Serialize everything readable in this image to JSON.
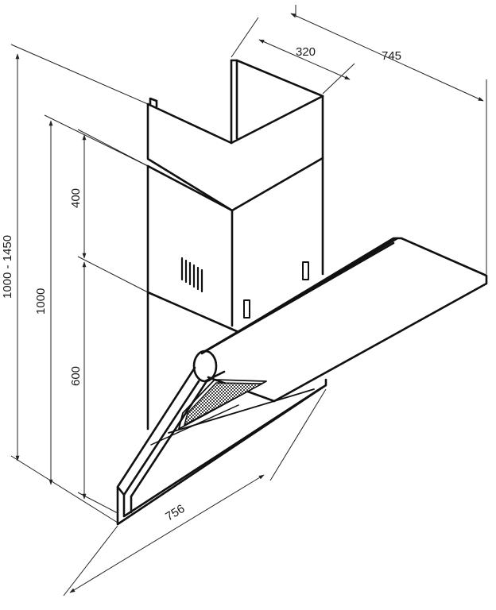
{
  "dimensions": {
    "chimney_depth": "320",
    "total_depth": "745",
    "total_height_range": "1000 - 1450",
    "body_height": "1000",
    "upper_section": "400",
    "lower_section": "600",
    "width": "756"
  },
  "colors": {
    "line": "#111111",
    "background": "#ffffff"
  }
}
